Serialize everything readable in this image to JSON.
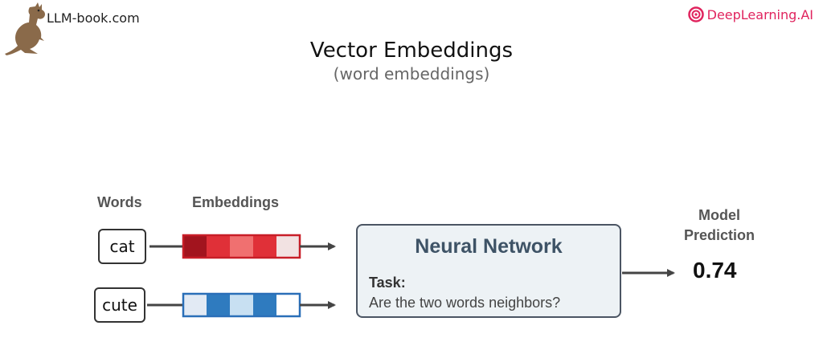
{
  "header": {
    "site_label": "LLM-book.com",
    "brand_label": "DeepLearning.AI",
    "brand_color": "#e0245e",
    "mascot_icon": "kangaroo-icon"
  },
  "title": "Vector Embeddings",
  "subtitle": "(word embeddings)",
  "columns": {
    "words": "Words",
    "embeddings": "Embeddings"
  },
  "words": [
    {
      "text": "cat",
      "embedding_colors": [
        "#a2141e",
        "#e03038",
        "#f07070",
        "#e03038",
        "#f2e2e2"
      ],
      "border_color": "#c81e28"
    },
    {
      "text": "cute",
      "embedding_colors": [
        "#e2eaf4",
        "#2f7bbf",
        "#c8e0f2",
        "#2f7bbf",
        "#ffffff"
      ],
      "border_color": "#2a6fb8"
    }
  ],
  "model": {
    "title": "Neural Network",
    "task_label": "Task:",
    "task_text": "Are the two words neighbors?",
    "box_bg": "#edf2f5",
    "title_color": "#3e5366"
  },
  "prediction": {
    "label_line1": "Model",
    "label_line2": "Prediction",
    "value": "0.74"
  }
}
